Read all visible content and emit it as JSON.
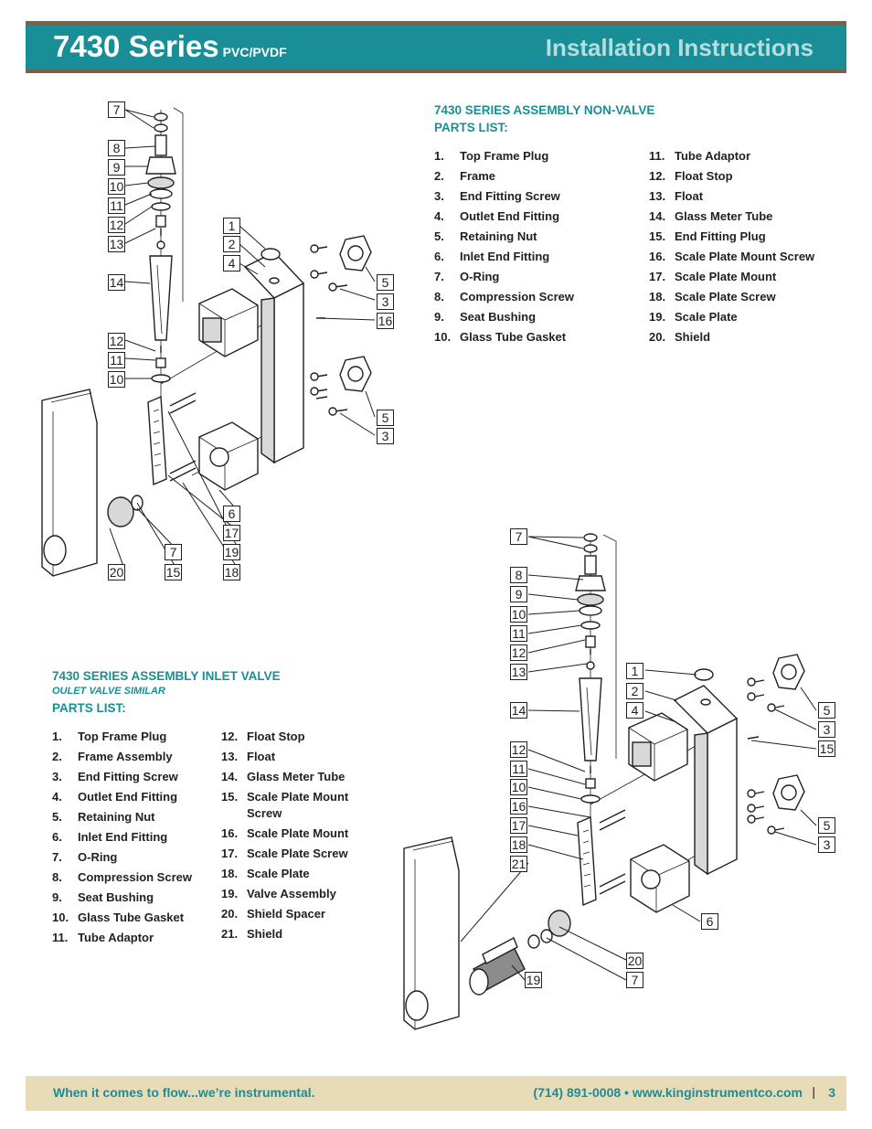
{
  "header": {
    "series": "7430 Series",
    "material": "PVC/PVDF",
    "title": "Installation Instructions"
  },
  "non_valve": {
    "title_line1": "7430 SERIES ASSEMBLY NON-VALVE",
    "title_line2": "PARTS LIST:",
    "col1": [
      {
        "n": "1.",
        "t": "Top Frame Plug"
      },
      {
        "n": "2.",
        "t": "Frame"
      },
      {
        "n": "3.",
        "t": "End Fitting Screw"
      },
      {
        "n": "4.",
        "t": "Outlet End Fitting"
      },
      {
        "n": "5.",
        "t": "Retaining Nut"
      },
      {
        "n": "6.",
        "t": "Inlet End Fitting"
      },
      {
        "n": "7.",
        "t": "O-Ring"
      },
      {
        "n": "8.",
        "t": "Compression Screw"
      },
      {
        "n": "9.",
        "t": "Seat Bushing"
      },
      {
        "n": "10.",
        "t": "Glass Tube Gasket"
      }
    ],
    "col2": [
      {
        "n": "11.",
        "t": "Tube Adaptor"
      },
      {
        "n": "12.",
        "t": "Float Stop"
      },
      {
        "n": "13.",
        "t": "Float"
      },
      {
        "n": "14.",
        "t": "Glass Meter Tube"
      },
      {
        "n": "15.",
        "t": "End Fitting Plug"
      },
      {
        "n": "16.",
        "t": "Scale Plate Mount Screw"
      },
      {
        "n": "17.",
        "t": "Scale Plate Mount"
      },
      {
        "n": "18.",
        "t": "Scale Plate Screw"
      },
      {
        "n": "19.",
        "t": "Scale Plate"
      },
      {
        "n": "20.",
        "t": "Shield"
      }
    ]
  },
  "inlet_valve": {
    "title": "7430 SERIES ASSEMBLY INLET VALVE",
    "subtitle": "OULET VALVE SIMILAR",
    "title_line2": "PARTS LIST:",
    "col1": [
      {
        "n": "1.",
        "t": "Top Frame Plug"
      },
      {
        "n": "2.",
        "t": "Frame Assembly"
      },
      {
        "n": "3.",
        "t": "End Fitting Screw"
      },
      {
        "n": "4.",
        "t": "Outlet End Fitting"
      },
      {
        "n": "5.",
        "t": "Retaining Nut"
      },
      {
        "n": "6.",
        "t": "Inlet End Fitting"
      },
      {
        "n": "7.",
        "t": "O-Ring"
      },
      {
        "n": "8.",
        "t": "Compression  Screw"
      },
      {
        "n": "9.",
        "t": "Seat Bushing"
      },
      {
        "n": "10.",
        "t": "Glass Tube Gasket"
      },
      {
        "n": "11.",
        "t": "Tube Adaptor"
      }
    ],
    "col2": [
      {
        "n": "12.",
        "t": "Float Stop"
      },
      {
        "n": "13.",
        "t": "Float"
      },
      {
        "n": "14.",
        "t": "Glass Meter Tube"
      },
      {
        "n": "15.",
        "t": "Scale Plate Mount Screw"
      },
      {
        "n": "16.",
        "t": "Scale Plate Mount"
      },
      {
        "n": "17.",
        "t": "Scale Plate Screw"
      },
      {
        "n": "18.",
        "t": "Scale Plate"
      },
      {
        "n": "19.",
        "t": "Valve Assembly"
      },
      {
        "n": "20.",
        "t": "Shield Spacer"
      },
      {
        "n": "21.",
        "t": "Shield"
      }
    ]
  },
  "diagram1_callouts": [
    "7",
    "8",
    "9",
    "10",
    "11",
    "12",
    "13",
    "14",
    "12",
    "11",
    "10",
    "1",
    "2",
    "4",
    "5",
    "3",
    "16",
    "5",
    "3",
    "6",
    "17",
    "7",
    "19",
    "20",
    "15",
    "18"
  ],
  "diagram2_callouts": [
    "7",
    "8",
    "9",
    "10",
    "11",
    "12",
    "13",
    "14",
    "12",
    "11",
    "10",
    "16",
    "17",
    "18",
    "21",
    "1",
    "2",
    "4",
    "5",
    "3",
    "15",
    "5",
    "3",
    "6",
    "20",
    "7",
    "19"
  ],
  "footer": {
    "tagline": "When it comes to flow...we’re instrumental.",
    "contact": "(714) 891-0008 • www.kinginstrumentco.com",
    "separator": "|",
    "page": "3"
  }
}
